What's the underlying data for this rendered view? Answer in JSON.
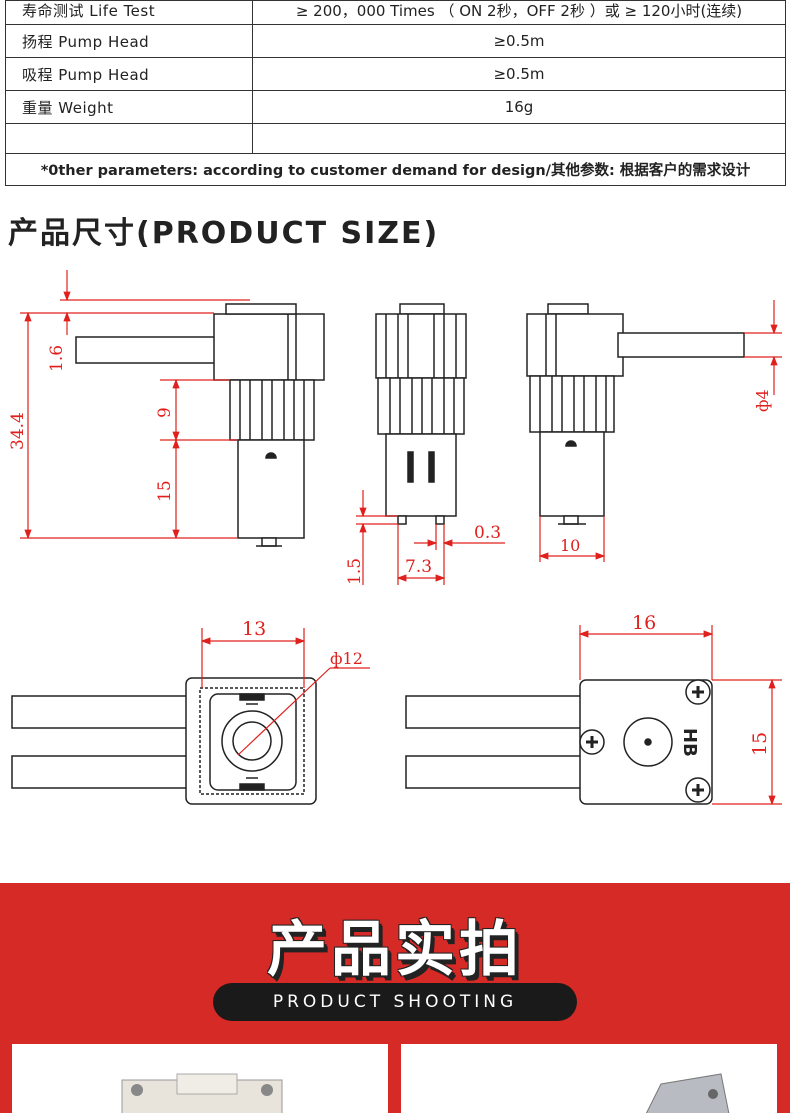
{
  "specs": {
    "rows": [
      {
        "label": "寿命测试 Life Test",
        "value": "≥ 200，000 Times （ ON 2秒，OFF 2秒 ）或 ≥ 120小时(连续)"
      },
      {
        "label": "扬程 Pump Head",
        "value": "≥0.5m"
      },
      {
        "label": "吸程 Pump Head",
        "value": "≥0.5m"
      },
      {
        "label": "重量 Weight",
        "value": "16g"
      }
    ],
    "note": "*0ther parameters: according to customer demand for design/其他参数: 根据客户的需求设计"
  },
  "size_section": {
    "title": "产品尺寸(PRODUCT SIZE)",
    "dimensions": {
      "d1": "1.6",
      "d2": "34.4",
      "d3": "9",
      "d4": "15",
      "d5": "ф4",
      "d6": "1.5",
      "d7": "7.3",
      "d8": "0.3",
      "d9": "10",
      "d10": "13",
      "d11": "ф12",
      "d12": "16",
      "d13": "15",
      "brand": "HB"
    }
  },
  "shooting": {
    "title": "产品实拍",
    "subtitle": "PRODUCT SHOOTING"
  },
  "colors": {
    "accent": "#d52a26",
    "dimension": "#e0201c"
  }
}
